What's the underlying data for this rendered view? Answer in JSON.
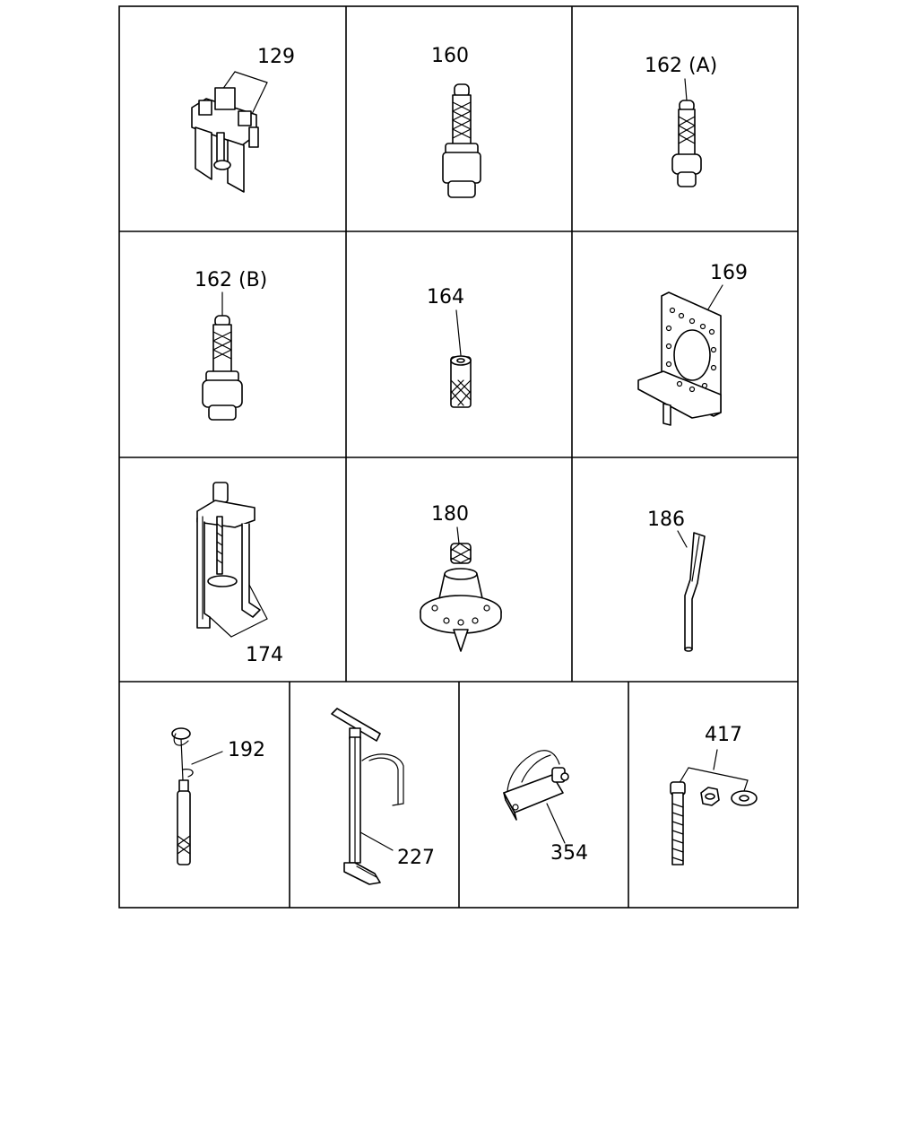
{
  "parts": [
    {
      "id": "p129",
      "label": "129",
      "icon": "puller-tool-icon"
    },
    {
      "id": "p160",
      "label": "160",
      "icon": "threaded-adapter-icon"
    },
    {
      "id": "p162a",
      "label": "162 (A)",
      "icon": "threaded-adapter-small-icon"
    },
    {
      "id": "p162b",
      "label": "162 (B)",
      "icon": "threaded-adapter-icon"
    },
    {
      "id": "p164",
      "label": "164",
      "icon": "knurled-sleeve-icon"
    },
    {
      "id": "p169",
      "label": "169",
      "icon": "mounting-bracket-icon"
    },
    {
      "id": "p174",
      "label": "174",
      "icon": "two-jaw-puller-icon"
    },
    {
      "id": "p180",
      "label": "180",
      "icon": "flange-attachment-icon"
    },
    {
      "id": "p186",
      "label": "186",
      "icon": "pry-tool-icon"
    },
    {
      "id": "p192",
      "label": "192",
      "icon": "pin-tool-icon"
    },
    {
      "id": "p227",
      "label": "227",
      "icon": "slide-hammer-icon"
    },
    {
      "id": "p354",
      "label": "354",
      "icon": "harness-connector-icon"
    },
    {
      "id": "p417",
      "label": "417",
      "icon": "bolt-nut-washer-icon"
    }
  ]
}
